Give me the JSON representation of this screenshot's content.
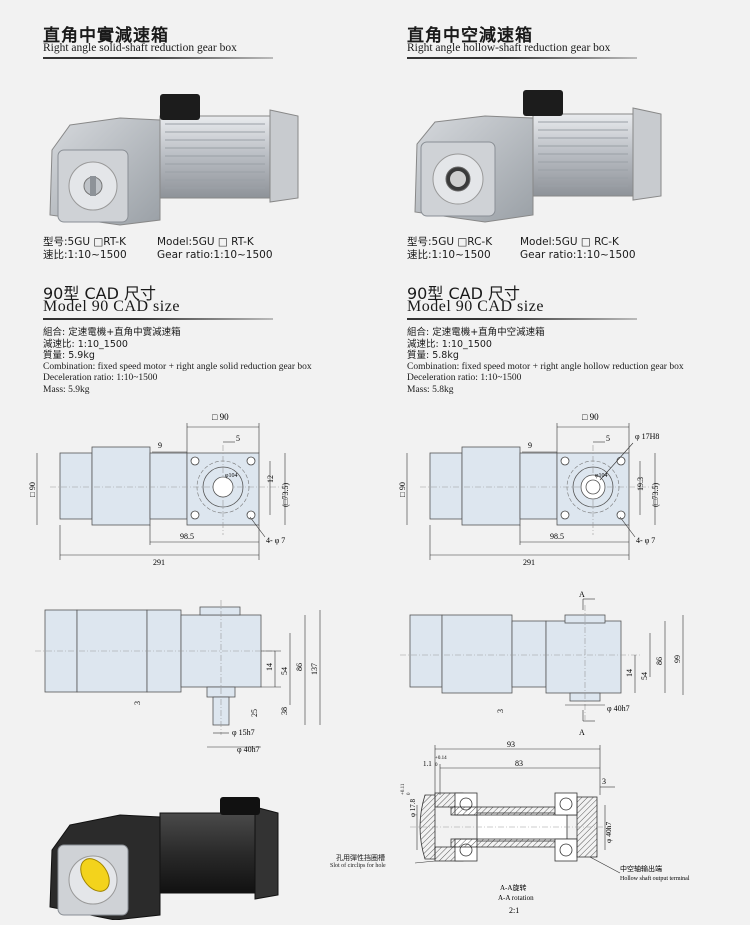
{
  "left": {
    "title_cn": "直角中實減速箱",
    "title_en": "Right angle solid-shaft reduction gear box",
    "model_cn": "型号:5GU □RT-K",
    "ratio_cn": "速比:1:10~1500",
    "model_en": "Model:5GU □ RT-K",
    "ratio_en": "Gear ratio:1:10~1500",
    "cad_cn": "90型  CAD 尺寸",
    "cad_en": "Model 90  CAD size",
    "spec_cn_1": "組合: 定速電機+直角中實減速箱",
    "spec_cn_2": "減速比: 1:10_1500",
    "spec_cn_3": "質量: 5.9kg",
    "spec_en_1": "Combination: fixed speed motor + right angle solid reduction gear box",
    "spec_en_2": "Deceleration ratio: 1:10~1500",
    "spec_en_3": "Mass: 5.9kg",
    "dims": {
      "sq90": "□ 90",
      "d5": "5",
      "d9": "9",
      "d12": "12",
      "d73": "(□73.5)",
      "d104": "φ104",
      "d985": "98.5",
      "d291": "291",
      "d4h": "4- φ 7",
      "d90v": "□ 90",
      "d14": "14",
      "d54": "54",
      "d86": "86",
      "d137": "137",
      "d38": "38",
      "d25": "25",
      "d3": "3",
      "d15h7": "φ 15h7",
      "d40h7": "φ 40h7"
    }
  },
  "right": {
    "title_cn": "直角中空減速箱",
    "title_en": "Right angle hollow-shaft reduction gear box",
    "model_cn": "型号:5GU □RC-K",
    "ratio_cn": "速比:1:10~1500",
    "model_en": "Model:5GU □ RC-K",
    "ratio_en": "Gear ratio:1:10~1500",
    "cad_cn": "90型  CAD 尺寸",
    "cad_en": "Model 90  CAD size",
    "spec_cn_1": "組合: 定速電機+直角中空減速箱",
    "spec_cn_2": "減速比: 1:10_1500",
    "spec_cn_3": "質量: 5.8kg",
    "spec_en_1": "Combination: fixed speed motor + right angle hollow reduction gear box",
    "spec_en_2": "Deceleration ratio: 1:10~1500",
    "spec_en_3": "Mass: 5.8kg",
    "dims": {
      "sq90": "□ 90",
      "d5": "5",
      "d9": "9",
      "d17h8": "φ 17H8",
      "d193": "19.3",
      "d73": "(□73.5)",
      "d104": "φ104",
      "d985": "98.5",
      "d291": "291",
      "d4h": "4- φ 7",
      "d90v": "□ 90",
      "secA": "A",
      "d14": "14",
      "d54": "54",
      "d86": "86",
      "d99": "99",
      "d3": "3",
      "d40h7": "φ 40h7",
      "d93": "93",
      "d83": "83",
      "d11": "1.1",
      "d11tol_up": "+0.14",
      "d11tol_lo": "0",
      "d178": "φ 17.8",
      "d178tol_up": "+0.11",
      "d178tol_lo": "0",
      "d3b": "3",
      "d40h7b": "φ 40h7",
      "slot_cn": "孔用彈性挡圈槽",
      "slot_en": "Slot of circlips for hole",
      "out_cn": "中空轴输出端",
      "out_en": "Hollow shaft output terminal",
      "aa_cn": "A-A旋转",
      "aa_en": "A-A rotation",
      "scale": "2:1"
    }
  }
}
